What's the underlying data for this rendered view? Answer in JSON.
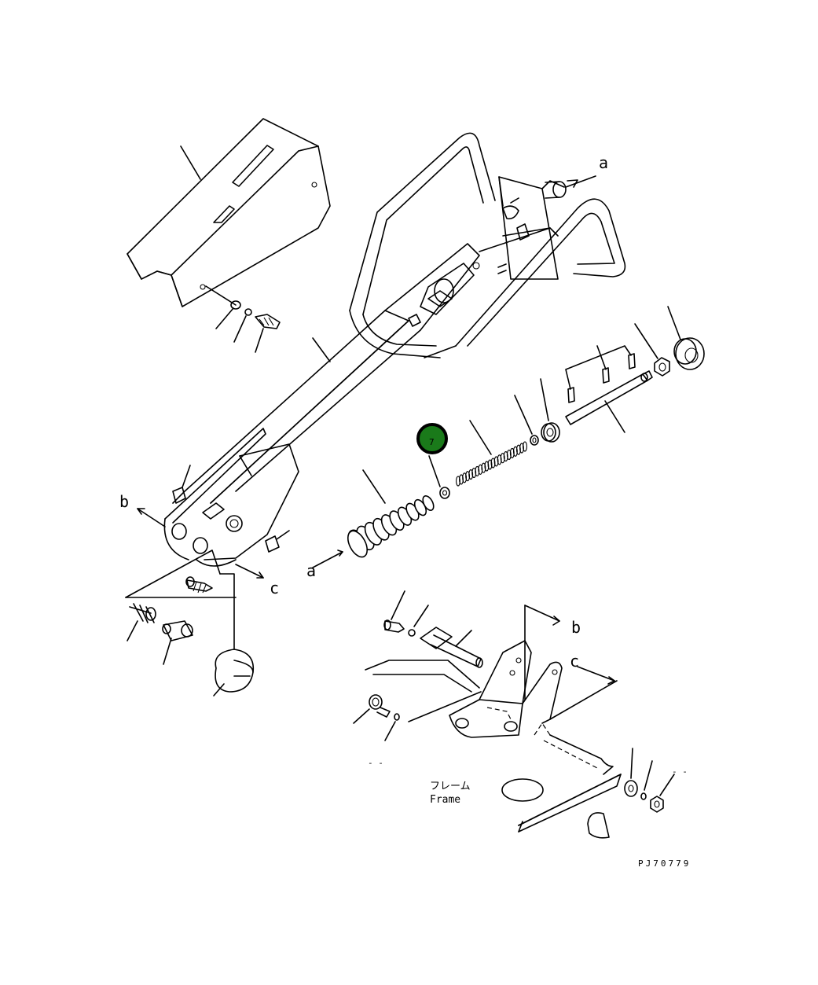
{
  "labels": {
    "a_top": "a",
    "a_left": "a",
    "b_left": "b",
    "b_right": "b",
    "c_left": "c",
    "c_right": "c",
    "frame_jp": "フレーム",
    "frame_en": "Frame",
    "drawing_id": "PJ70779",
    "dash_left": "- -",
    "dash_right": "- -"
  },
  "callout": {
    "number": "7",
    "color": "#1a7a1a",
    "border": "#000000",
    "text_color": "#ffffff"
  }
}
